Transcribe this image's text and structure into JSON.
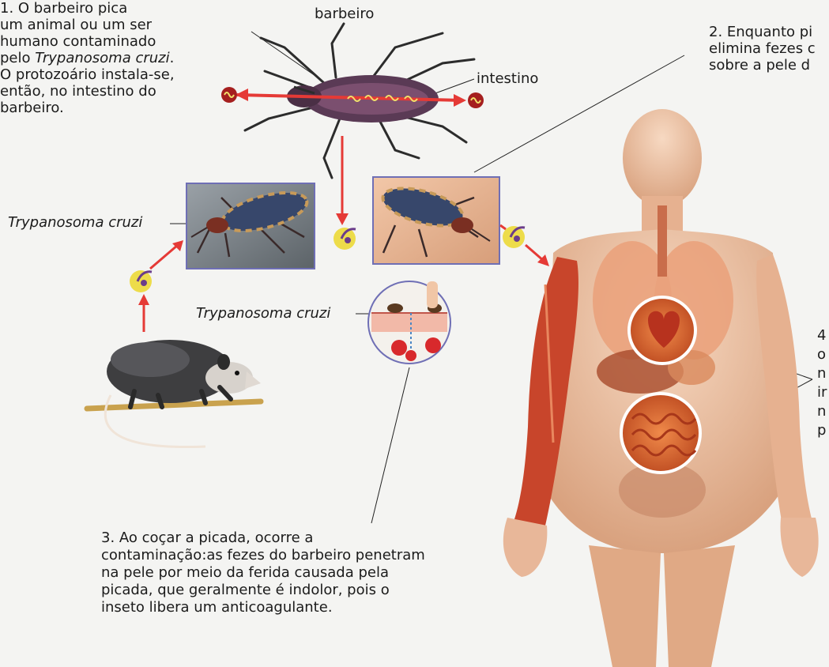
{
  "step1": {
    "lines": [
      "1. O barbeiro pica",
      "um animal ou um ser",
      "humano contaminado",
      "pelo ",
      "Trypanosoma cruzi",
      ".",
      "O protozoário instala-se,",
      "então, no intestino do",
      "barbeiro."
    ]
  },
  "step2": {
    "lines": [
      "2. Enquanto pi",
      "elimina fezes c",
      "sobre a pele d"
    ]
  },
  "step3": {
    "lines": [
      "3. Ao coçar a picada, ocorre a",
      "contaminação:as fezes do barbeiro penetram",
      "na pele por meio da ferida causada pela",
      "picada, que geralmente é indolor, pois o",
      "inseto libera um anticoagulante."
    ]
  },
  "step4": {
    "lines": [
      "4",
      "o",
      "n",
      "ir",
      "n",
      "p"
    ]
  },
  "labels": {
    "barbeiro": "barbeiro",
    "intestino": "intestino",
    "trypanosoma_left": "Trypanosoma cruzi",
    "trypanosoma_center": "Trypanosoma cruzi"
  },
  "colors": {
    "arrow": "#e53a36",
    "skin": "#f1c6a6",
    "organ": "#d9652c",
    "bug_body": "#5a3a55",
    "parasite": "#e8d94a"
  }
}
